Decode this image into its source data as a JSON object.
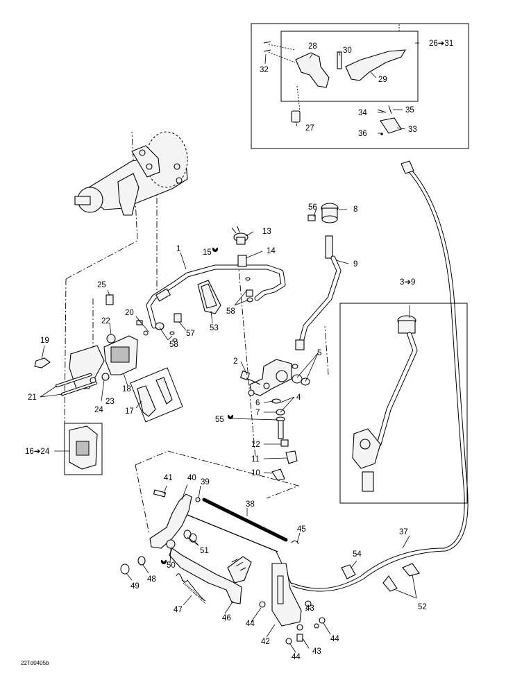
{
  "diagram_code": "22Td0405b",
  "callouts": {
    "c1": "1",
    "c2": "2",
    "c3_9": "3➔9",
    "c4": "4",
    "c5": "5",
    "c6": "6",
    "c7": "7",
    "c8": "8",
    "c9": "9",
    "c10": "10",
    "c11": "11",
    "c12": "12",
    "c13": "13",
    "c14": "14",
    "c15": "15",
    "c16_24": "16➔24",
    "c17": "17",
    "c18": "18",
    "c19": "19",
    "c20": "20",
    "c21": "21",
    "c22": "22",
    "c23": "23",
    "c24": "24",
    "c25": "25",
    "c26_31": "26➔31",
    "c27": "27",
    "c28": "28",
    "c29": "29",
    "c30": "30",
    "c32": "32",
    "c33": "33",
    "c34": "34",
    "c35": "35",
    "c36": "36",
    "c37": "37",
    "c38": "38",
    "c39": "39",
    "c40": "40",
    "c41": "41",
    "c42": "42",
    "c43a": "43",
    "c43b": "43",
    "c44a": "44",
    "c44b": "44",
    "c44c": "44",
    "c45": "45",
    "c46": "46",
    "c47": "47",
    "c48": "48",
    "c49": "49",
    "c50": "50",
    "c51": "51",
    "c52": "52",
    "c53": "53",
    "c54": "54",
    "c55": "55",
    "c56": "56",
    "c57": "57",
    "c58a": "58",
    "c58b": "58"
  }
}
